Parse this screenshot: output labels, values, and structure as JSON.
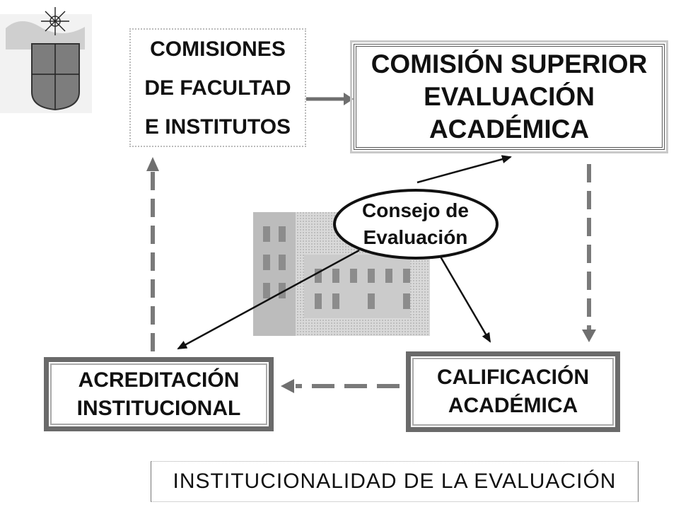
{
  "nodes": {
    "comisiones": {
      "lines": [
        "COMISIONES",
        "DE FACULTAD",
        "E INSTITUTOS"
      ]
    },
    "superior": {
      "lines": [
        "COMISIÓN SUPERIOR",
        "EVALUACIÓN",
        "ACADÉMICA"
      ]
    },
    "consejo": {
      "lines": [
        "Consejo de",
        "Evaluación"
      ]
    },
    "acreditacion": {
      "lines": [
        "ACREDITACIÓN",
        "INSTITUCIONAL"
      ]
    },
    "calificacion": {
      "lines": [
        "CALIFICACIÓN",
        "ACADÉMICA"
      ]
    }
  },
  "footer": {
    "title": "INSTITUCIONALIDAD DE LA EVALUACIÓN"
  },
  "icons": {
    "logo": "university-coat-of-arms-icon",
    "photo": "university-building-image"
  },
  "colors": {
    "arrow": "#7a7a7a",
    "text": "#111111",
    "line": "#222222"
  }
}
